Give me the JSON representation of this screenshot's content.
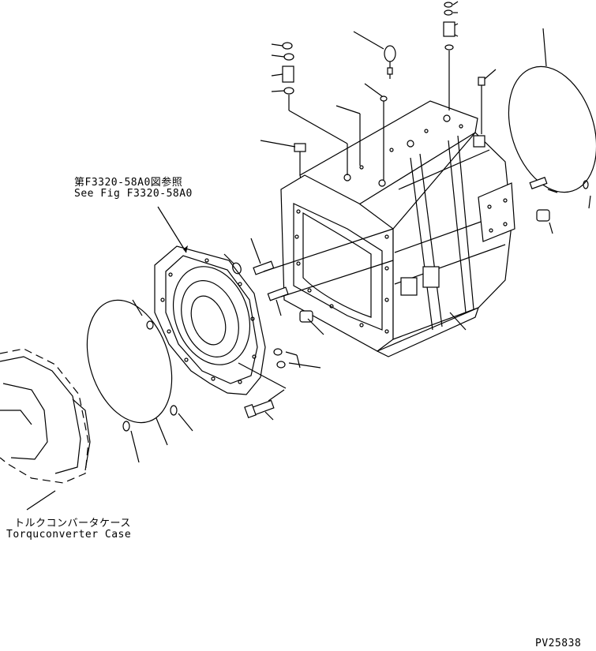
{
  "labels": {
    "ref_jp": "第F3320-58A0図参照",
    "ref_en": "See Fig F3320-58A0",
    "torque_jp": "トルクコンバータケース",
    "torque_en": "Torquconverter Case",
    "drawing_no": "PV25838"
  }
}
